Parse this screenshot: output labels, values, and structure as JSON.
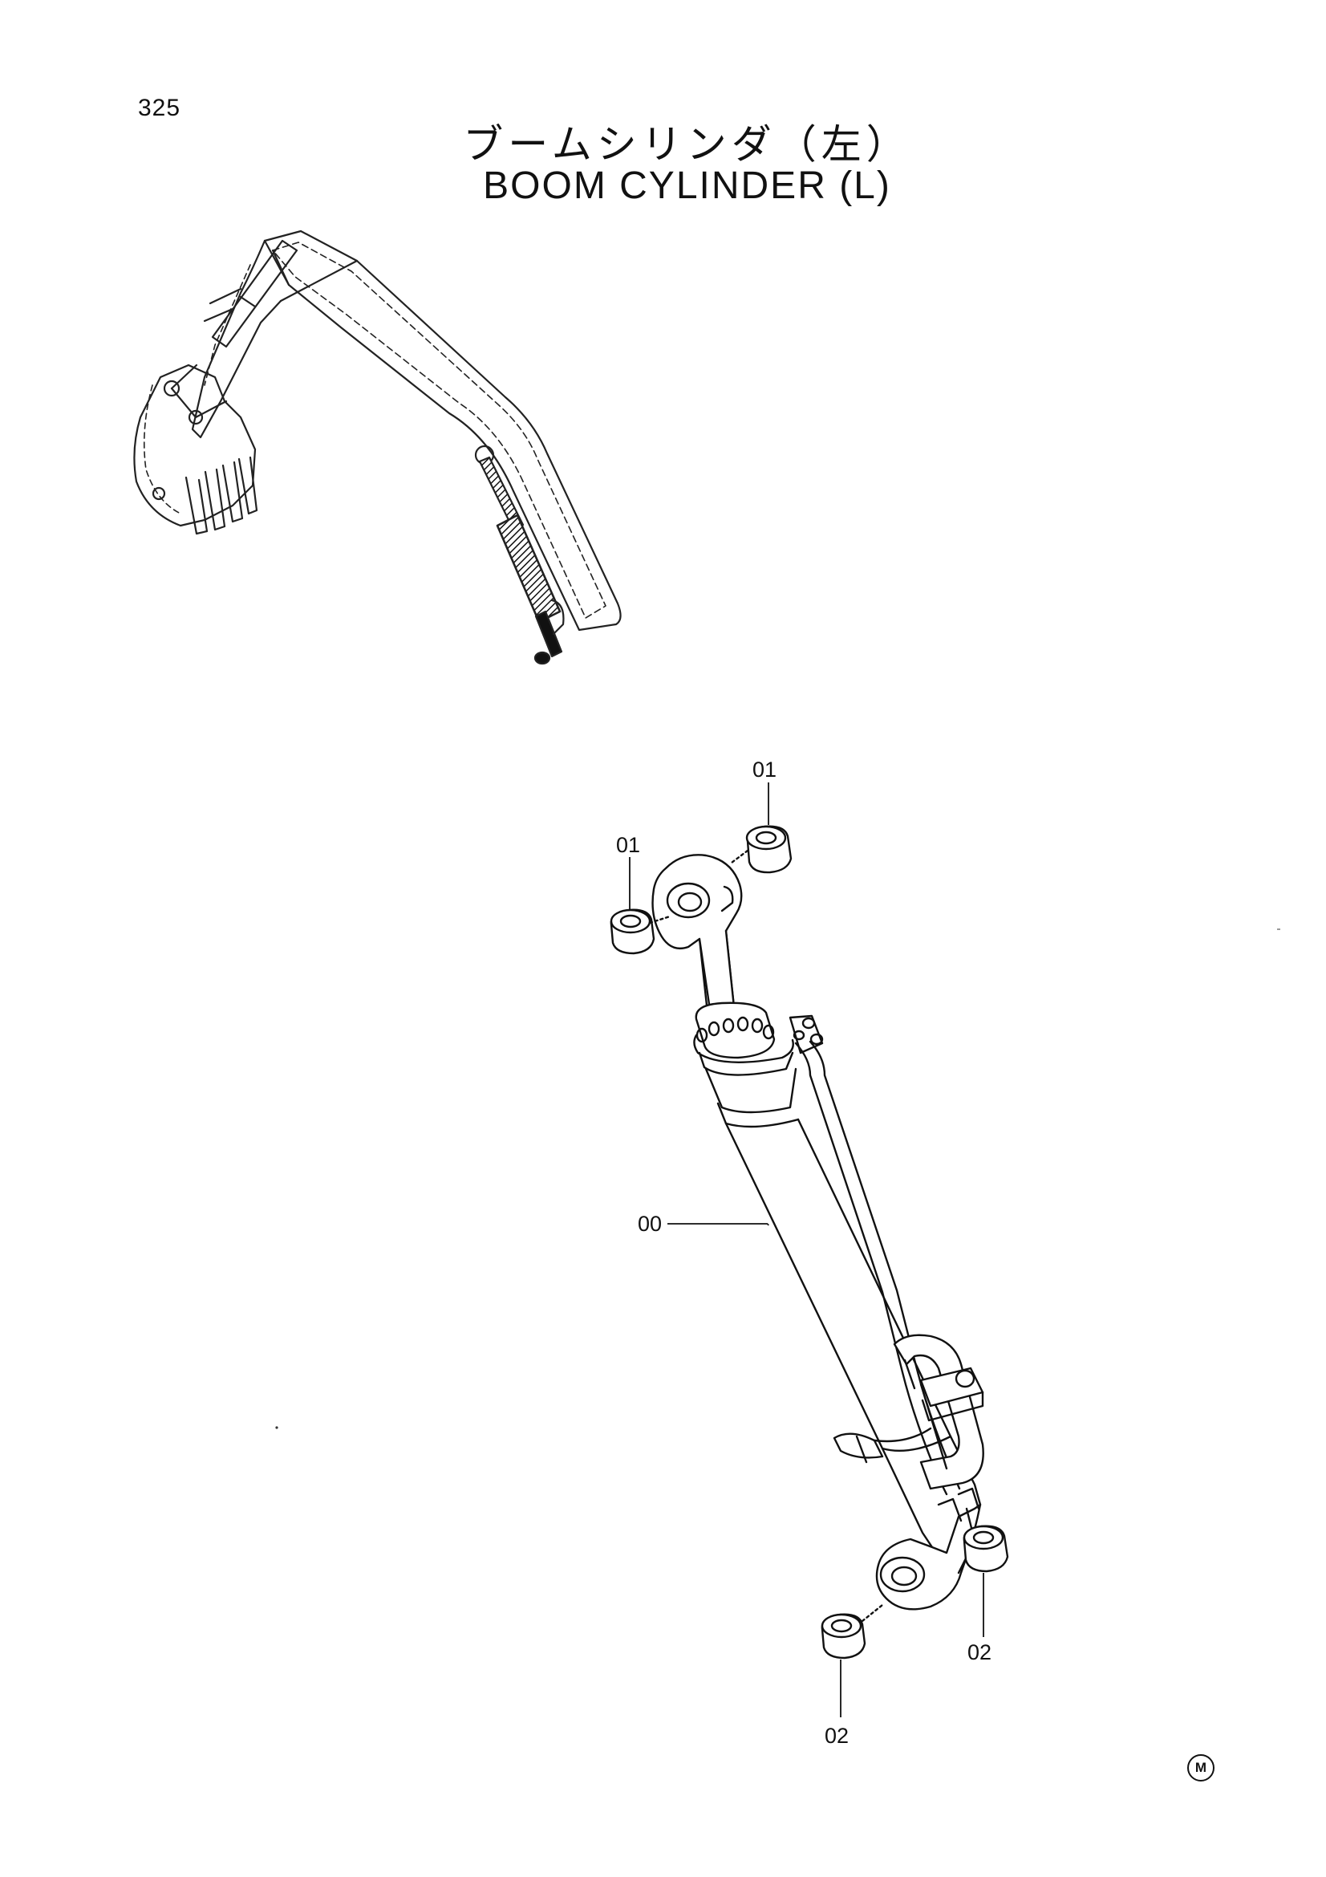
{
  "page": {
    "number": "325",
    "title_jp": "ブームシリンダ（左）",
    "title_en": "BOOM CYLINDER (L)",
    "mark": "M"
  },
  "callouts": [
    {
      "id": "c1",
      "label": "01"
    },
    {
      "id": "c2",
      "label": "01"
    },
    {
      "id": "c3",
      "label": "00"
    },
    {
      "id": "c4",
      "label": "02"
    },
    {
      "id": "c5",
      "label": "02"
    }
  ]
}
